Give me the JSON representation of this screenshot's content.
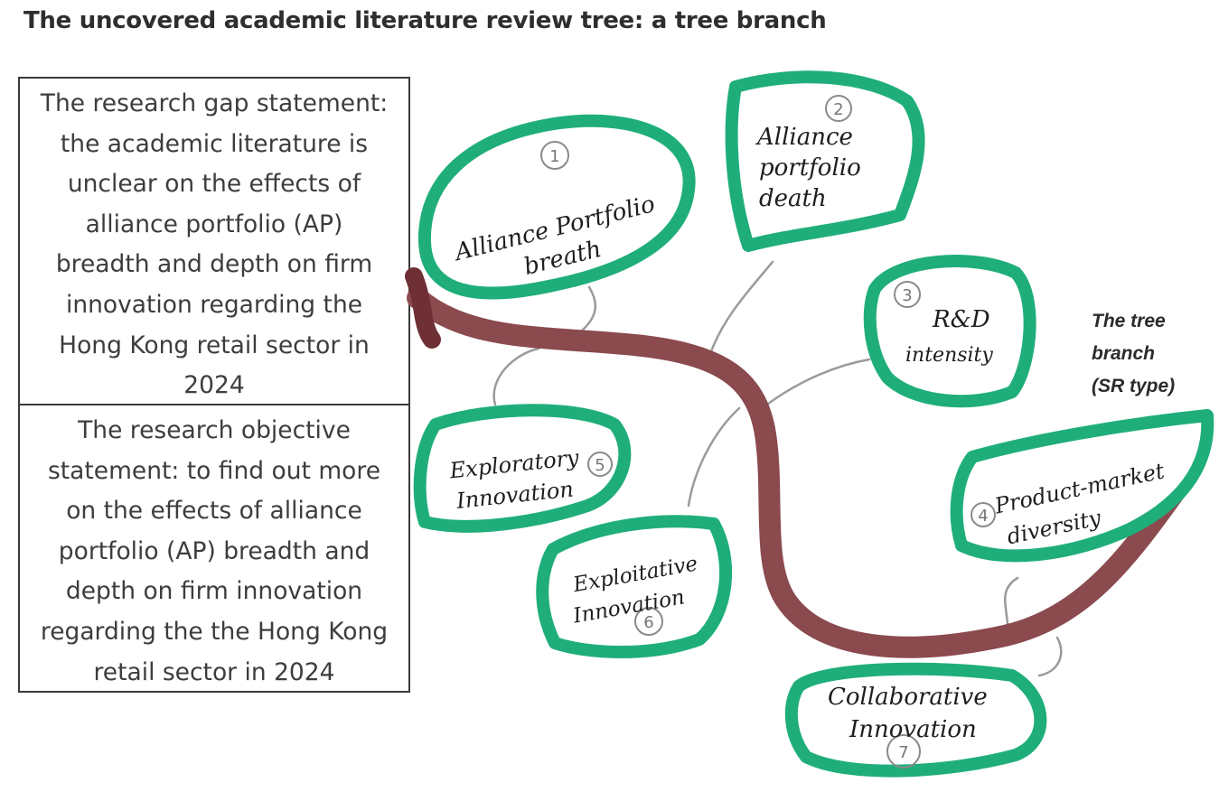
{
  "title": "The uncovered academic literature review tree: a tree branch",
  "research_gap": {
    "lines": [
      "The research gap statement:",
      "the academic literature is",
      "unclear on the effects of",
      "alliance portfolio (AP)",
      "breadth and depth on firm",
      "innovation regarding the",
      "Hong Kong  retail sector in",
      "2024"
    ]
  },
  "research_objective": {
    "lines": [
      "The research objective",
      "statement: to find out more",
      "on the effects of alliance",
      "portfolio (AP) breadth and",
      "depth on firm innovation",
      "regarding the the Hong Kong",
      "retail sector in 2024"
    ]
  },
  "branch_label": {
    "lines": [
      "The tree",
      "branch",
      "(SR type)"
    ]
  },
  "leaves": [
    {
      "num": "1",
      "lines": [
        "Alliance Portfolio",
        "breath"
      ]
    },
    {
      "num": "2",
      "lines": [
        "Alliance",
        "portfolio",
        "death"
      ]
    },
    {
      "num": "3",
      "lines": [
        "R&D",
        "intensity"
      ]
    },
    {
      "num": "4",
      "lines": [
        "Product-market",
        "diversity"
      ]
    },
    {
      "num": "5",
      "lines": [
        "Exploratory",
        "Innovation"
      ]
    },
    {
      "num": "6",
      "lines": [
        "Exploitative",
        "Innovation"
      ]
    },
    {
      "num": "7",
      "lines": [
        "Collaborative",
        "Innovation"
      ]
    }
  ],
  "colors": {
    "leaf_outline": "#1fae7a",
    "branch": "#8a4a4e",
    "stem": "#9a9a9a",
    "box_border": "#3a3a3a"
  }
}
